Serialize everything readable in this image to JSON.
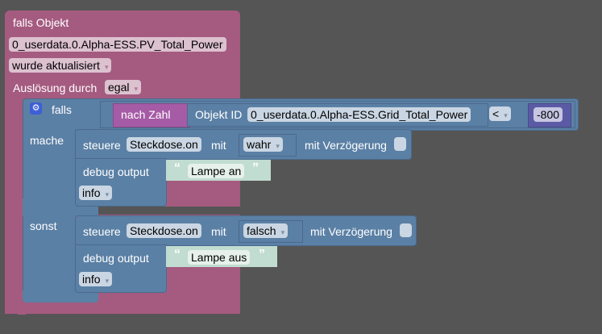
{
  "trigger_block": {
    "title": "falls Objekt",
    "object_id": "0_userdata.0.Alpha-ESS.PV_Total_Power",
    "event": "wurde aktualisiert",
    "trigger_label": "Auslösung durch",
    "trigger_value": "egal"
  },
  "if_block": {
    "falls_label": "falls",
    "mache_label": "mache",
    "sonst_label": "sonst",
    "condition": {
      "to_number_label": "nach Zahl",
      "object_label": "Objekt ID",
      "object_id": "0_userdata.0.Alpha-ESS.Grid_Total_Power",
      "operator": "<",
      "value": "-800"
    },
    "then": {
      "control_label": "steuere",
      "target": "Steckdose.on",
      "with_label": "mit",
      "value": "wahr",
      "delay_label": "mit Verzögerung",
      "debug_label": "debug output",
      "message": "Lampe an",
      "level": "info"
    },
    "else": {
      "control_label": "steuere",
      "target": "Steckdose.on",
      "with_label": "mit",
      "value": "falsch",
      "delay_label": "mit Verzögerung",
      "debug_label": "debug output",
      "message": "Lampe aus",
      "level": "info"
    }
  },
  "icons": {
    "gear": "⚙",
    "dropdown": "▾",
    "quote_open": "“",
    "quote_close": "”"
  }
}
